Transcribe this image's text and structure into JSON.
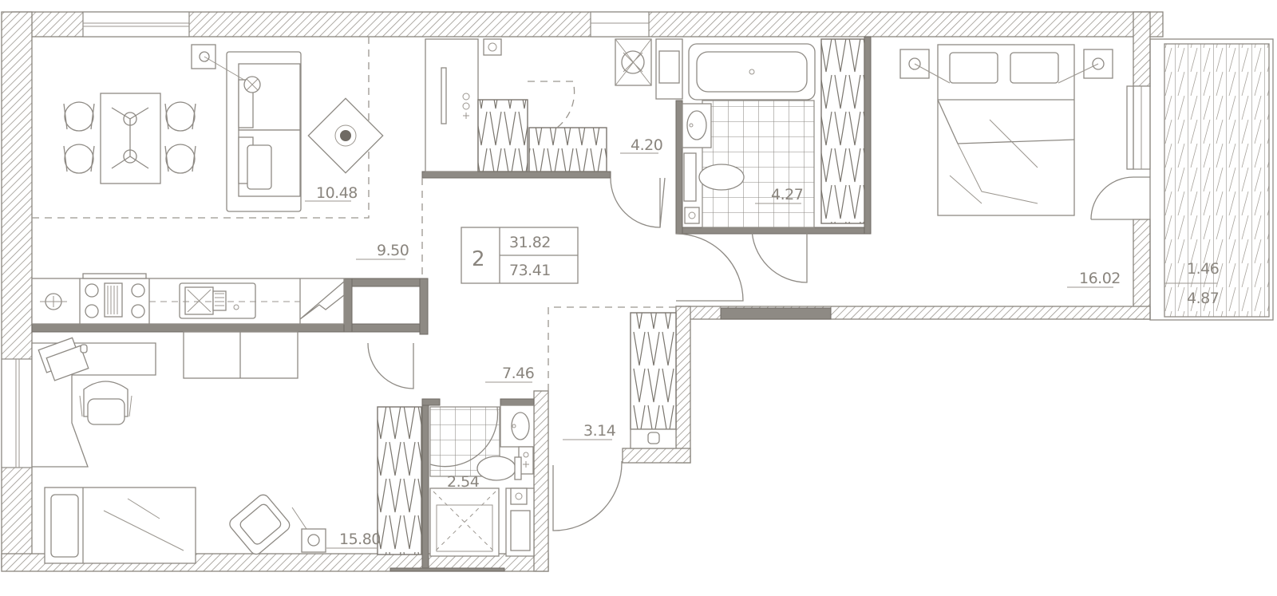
{
  "plan": {
    "rooms_count": "2",
    "living_area": "31.82",
    "total_area": "73.41"
  },
  "rooms": {
    "living_dining": "10.48",
    "kitchen": "9.50",
    "hall_corridor": "4.20",
    "bathroom_main": "4.27",
    "bedroom_master": "16.02",
    "balcony_area": "1.46",
    "balcony_total": "4.87",
    "hallway": "7.46",
    "entrance": "3.14",
    "bathroom_small": "2.54",
    "bedroom_second": "15.80"
  },
  "colors": {
    "line": "#8a857e",
    "background": "#ffffff"
  }
}
